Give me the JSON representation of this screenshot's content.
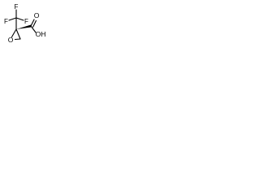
{
  "molecule": {
    "labels": {
      "oxygen_ring": "O",
      "carboxyl_oxygen": "O",
      "hydroxyl": "OH",
      "cf3_fluorine_top": "F",
      "cf3_fluorine_left": "F",
      "cf3_fluorine_right": "F"
    }
  }
}
